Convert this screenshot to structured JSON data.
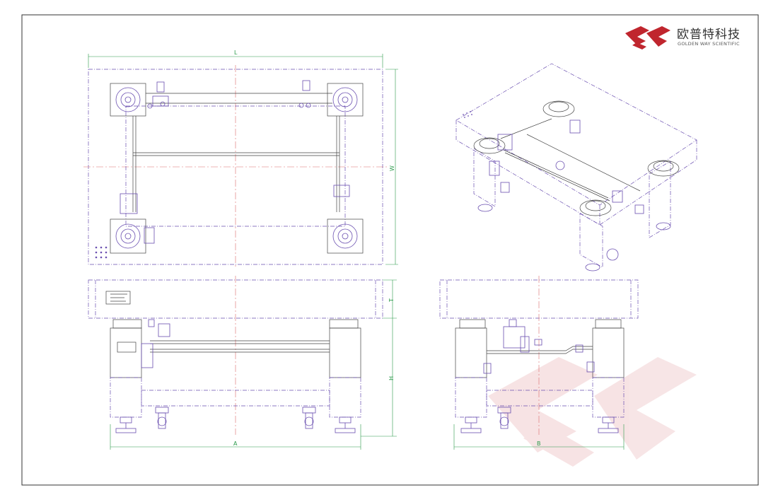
{
  "logo": {
    "name_cn": "欧普特科技",
    "name_en": "GOLDEN WAY SCIENTIFIC",
    "color": "#c0262e"
  },
  "dimensions": {
    "length": "L",
    "width": "W",
    "thickness": "T",
    "height": "H",
    "a": "A",
    "b": "B"
  },
  "colors": {
    "linework": "#6a4fb0",
    "centerline": "#d96b6b",
    "dimension": "#2a9a4a",
    "border": "#333333"
  }
}
